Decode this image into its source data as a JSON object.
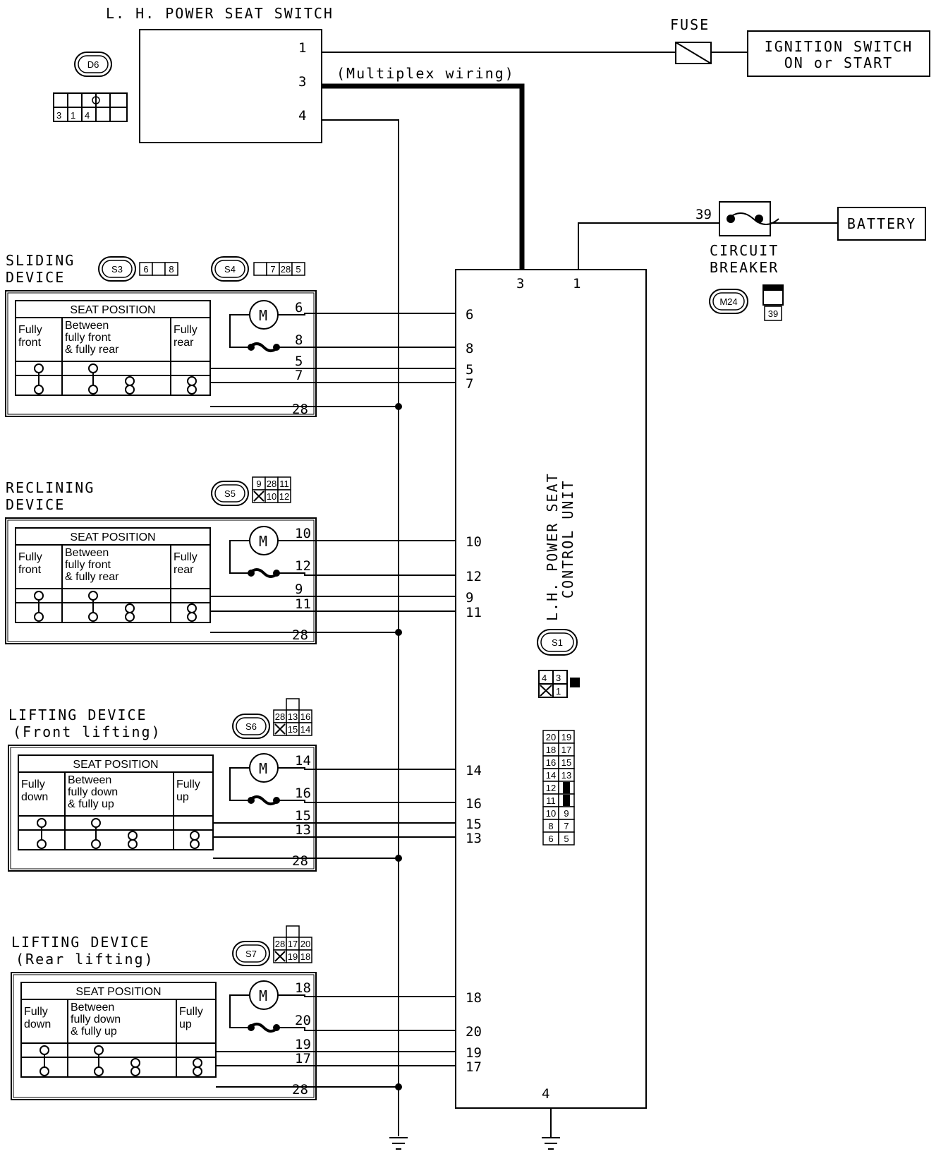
{
  "switch": {
    "title": "L. H.  POWER SEAT SWITCH",
    "connector": "D6",
    "connector_pins": [
      "3",
      "1",
      "4"
    ],
    "pins": [
      "1",
      "3",
      "4"
    ]
  },
  "fuse_label": "FUSE",
  "ignition": {
    "line1": "IGNITION SWITCH",
    "line2": "ON or START"
  },
  "multiplex_label": "(Multiplex wiring)",
  "battery": "BATTERY",
  "breaker": {
    "line1": "CIRCUIT",
    "line2": "BREAKER",
    "pin": "39",
    "connector": "M24",
    "connector_pin": "39"
  },
  "control_unit": {
    "line1": "L.H. POWER SEAT",
    "line2": "CONTROL UNIT",
    "top_pins": [
      "3",
      "1"
    ],
    "bottom_pin": "4",
    "connector": "S1",
    "small_conn": [
      "4",
      "3",
      "1"
    ],
    "big_conn": [
      [
        "20",
        "19"
      ],
      [
        "18",
        "17"
      ],
      [
        "16",
        "15"
      ],
      [
        "14",
        "13"
      ],
      [
        "12",
        ""
      ],
      [
        "11",
        ""
      ],
      [
        "10",
        "9"
      ],
      [
        "8",
        "7"
      ],
      [
        "6",
        "5"
      ]
    ]
  },
  "devices": [
    {
      "title1": "SLIDING",
      "title2": "DEVICE",
      "connectors": [
        "S3",
        "S4"
      ],
      "conn_pins_a": [
        "6",
        "8"
      ],
      "conn_pins_b": [
        "7",
        "28",
        "5"
      ],
      "table_title": "SEAT POSITION",
      "col1": [
        "Fully",
        "front"
      ],
      "col2": [
        "Between",
        "fully front",
        "& fully rear"
      ],
      "col3": [
        "Fully",
        "rear"
      ],
      "pins": [
        "6",
        "8",
        "5",
        "7",
        "28"
      ],
      "cu_pins": [
        "6",
        "8",
        "5",
        "7"
      ]
    },
    {
      "title1": "RECLINING",
      "title2": "DEVICE",
      "connectors": [
        "S5"
      ],
      "conn_pins_a": [
        "9",
        "28",
        "11",
        "10",
        "12"
      ],
      "conn_pins_b": [],
      "table_title": "SEAT POSITION",
      "col1": [
        "Fully",
        "front"
      ],
      "col2": [
        "Between",
        "fully front",
        "& fully rear"
      ],
      "col3": [
        "Fully",
        "rear"
      ],
      "pins": [
        "10",
        "12",
        "9",
        "11",
        "28"
      ],
      "cu_pins": [
        "10",
        "12",
        "9",
        "11"
      ]
    },
    {
      "title1": "LIFTING DEVICE",
      "title2": "(Front lifting)",
      "connectors": [
        "S6"
      ],
      "conn_pins_a": [
        "28",
        "13",
        "16",
        "15",
        "14"
      ],
      "conn_pins_b": [],
      "table_title": "SEAT POSITION",
      "col1": [
        "Fully",
        "down"
      ],
      "col2": [
        "Between",
        "fully down",
        "& fully up"
      ],
      "col3": [
        "Fully",
        "up"
      ],
      "pins": [
        "14",
        "16",
        "15",
        "13",
        "28"
      ],
      "cu_pins": [
        "14",
        "16",
        "15",
        "13"
      ]
    },
    {
      "title1": "LIFTING DEVICE",
      "title2": "(Rear lifting)",
      "connectors": [
        "S7"
      ],
      "conn_pins_a": [
        "28",
        "17",
        "20",
        "19",
        "18"
      ],
      "conn_pins_b": [],
      "table_title": "SEAT POSITION",
      "col1": [
        "Fully",
        "down"
      ],
      "col2": [
        "Between",
        "fully down",
        "& fully up"
      ],
      "col3": [
        "Fully",
        "up"
      ],
      "pins": [
        "18",
        "20",
        "19",
        "17",
        "28"
      ],
      "cu_pins": [
        "18",
        "20",
        "19",
        "17"
      ]
    }
  ]
}
